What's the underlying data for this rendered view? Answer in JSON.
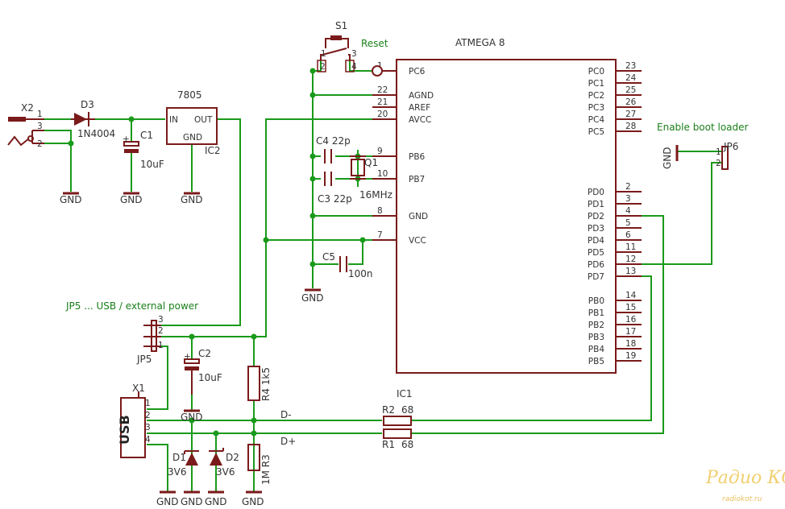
{
  "labels": {
    "mcu": "ATMEGA 8",
    "ic2": "IC2",
    "reg": "7805",
    "reg_in": "IN",
    "reg_out": "OUT",
    "reg_gnd": "GND",
    "s1": "S1",
    "reset": "Reset",
    "x2": "X2",
    "d3": "D3",
    "d3_val": "1N4004",
    "c1": "C1",
    "c1_val": "10uF",
    "c4": "C4 22p",
    "c3": "C3 22p",
    "q1": "Q1",
    "q1_val": "16MHz",
    "c5": "C5",
    "c5_val": "100n",
    "jp5": "JP5",
    "jp5_note": "JP5 ... USB / external power",
    "c2": "C2",
    "c2_val": "10uF",
    "r4": "R4 1k5",
    "x1": "X1",
    "usb": "USB",
    "ic1": "IC1",
    "r2": "R2",
    "r2_val": "68",
    "r1": "R1",
    "r1_val": "68",
    "dminus": "D-",
    "dplus": "D+",
    "d1": "D1",
    "d1_val": "3V6",
    "d2": "D2",
    "d2_val": "3V6",
    "r3": "1M R3",
    "jp6": "JP6",
    "boot": "Enable boot loader",
    "gnd": "GND",
    "watermark": "Радио КОТ",
    "watermark_url": "radiokot.ru"
  },
  "mcu_left_pins": [
    {
      "num": "1",
      "name": "PC6"
    },
    {
      "num": "22",
      "name": "AGND"
    },
    {
      "num": "21",
      "name": "AREF"
    },
    {
      "num": "20",
      "name": "AVCC"
    },
    {
      "num": "9",
      "name": "PB6"
    },
    {
      "num": "10",
      "name": "PB7"
    },
    {
      "num": "8",
      "name": "GND"
    },
    {
      "num": "7",
      "name": "VCC"
    }
  ],
  "mcu_right_pins": [
    {
      "num": "23",
      "name": "PC0"
    },
    {
      "num": "24",
      "name": "PC1"
    },
    {
      "num": "25",
      "name": "PC2"
    },
    {
      "num": "26",
      "name": "PC3"
    },
    {
      "num": "27",
      "name": "PC4"
    },
    {
      "num": "28",
      "name": "PC5"
    },
    {
      "num": "2",
      "name": "PD0"
    },
    {
      "num": "3",
      "name": "PD1"
    },
    {
      "num": "4",
      "name": "PD2"
    },
    {
      "num": "5",
      "name": "PD3"
    },
    {
      "num": "6",
      "name": "PD4"
    },
    {
      "num": "11",
      "name": "PD5"
    },
    {
      "num": "12",
      "name": "PD6"
    },
    {
      "num": "13",
      "name": "PD7"
    },
    {
      "num": "14",
      "name": "PB0"
    },
    {
      "num": "15",
      "name": "PB1"
    },
    {
      "num": "16",
      "name": "PB2"
    },
    {
      "num": "17",
      "name": "PB3"
    },
    {
      "num": "18",
      "name": "PB4"
    },
    {
      "num": "19",
      "name": "PB5"
    }
  ],
  "small_pins": {
    "s1_1": "1",
    "s1_2": "2",
    "s1_3": "3",
    "s1_4": "4",
    "x2_1": "1",
    "x2_2": "2",
    "x2_3": "3",
    "jp5_1": "1",
    "jp5_2": "2",
    "jp5_3": "3",
    "x1_1": "1",
    "x1_2": "2",
    "x1_3": "3",
    "x1_4": "4",
    "jp6_1": "1",
    "jp6_2": "2"
  }
}
